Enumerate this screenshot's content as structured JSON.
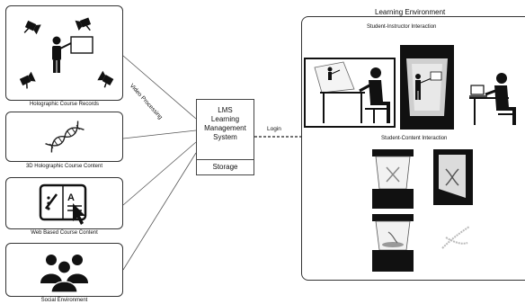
{
  "sources": [
    {
      "id": "holo_records",
      "caption": "Holographic Course Records",
      "icon": "instructor-with-cameras-icon"
    },
    {
      "id": "holo_content",
      "caption": "3D Holographic Course Content",
      "icon": "dna-helix-icon"
    },
    {
      "id": "web_content",
      "caption": "Web Based Course Content",
      "icon": "web-document-cursor-icon"
    },
    {
      "id": "social",
      "caption": "Social Environment",
      "icon": "people-group-icon"
    }
  ],
  "connector_label": "Video Processing",
  "lms": {
    "title_lines": [
      "LMS",
      "Learning",
      "Management",
      "System"
    ],
    "storage": "Storage"
  },
  "login_label": "Login",
  "environment": {
    "title": "Learning Environment",
    "instructor_section": "Student-Instructor Interaction",
    "content_section": "Student-Content Interaction"
  }
}
